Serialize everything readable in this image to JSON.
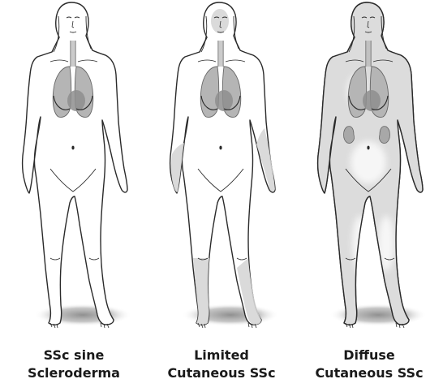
{
  "colors": {
    "outline": "#2a2a2a",
    "skin": "#ffffff",
    "involved_skin": "#d6d6d6",
    "lung": "#b5b5b5",
    "heart": "#8e8e8e",
    "kidney": "#a8a8a8",
    "shadow": "#9a9a9a"
  },
  "figures": [
    {
      "variant": "sine",
      "caption_line1": "SSc sine",
      "caption_line2": "Scleroderma"
    },
    {
      "variant": "limited",
      "caption_line1": "Limited",
      "caption_line2": "Cutaneous SSc"
    },
    {
      "variant": "diffuse",
      "caption_line1": "Diffuse",
      "caption_line2": "Cutaneous SSc"
    }
  ]
}
